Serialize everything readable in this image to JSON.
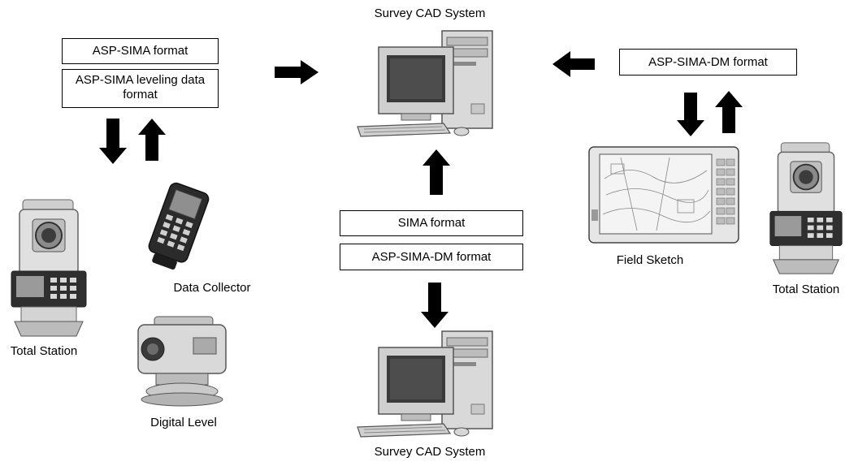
{
  "labels": {
    "cad_top": "Survey CAD System",
    "cad_bottom": "Survey CAD System",
    "total_station_left": "Total Station",
    "data_collector": "Data Collector",
    "digital_level": "Digital Level",
    "field_sketch": "Field Sketch",
    "total_station_right": "Total Station"
  },
  "format_boxes": {
    "left_top": "ASP-SIMA format",
    "left_bottom": "ASP-SIMA leveling data format",
    "center_top": "SIMA format",
    "center_bottom": "ASP-SIMA-DM format",
    "right": "ASP-SIMA-DM format"
  },
  "arrows": [
    {
      "id": "left-to-cad",
      "direction": "right"
    },
    {
      "id": "right-to-cad",
      "direction": "left"
    },
    {
      "id": "left-device-down",
      "direction": "down"
    },
    {
      "id": "left-device-up",
      "direction": "up"
    },
    {
      "id": "right-device-down",
      "direction": "down"
    },
    {
      "id": "right-device-up",
      "direction": "up"
    },
    {
      "id": "center-to-cad-up",
      "direction": "up"
    },
    {
      "id": "center-to-cad-down",
      "direction": "down"
    }
  ],
  "icons": [
    "desktop-computer-icon",
    "total-station-icon",
    "data-collector-icon",
    "digital-level-icon",
    "tablet-field-sketch-icon"
  ]
}
